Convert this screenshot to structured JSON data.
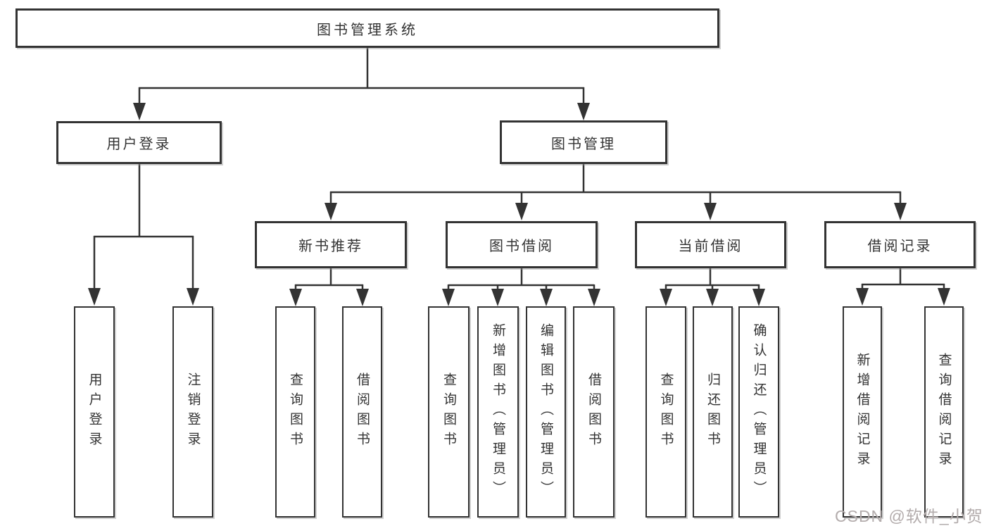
{
  "diagram": {
    "root": {
      "label": "图书管理系统"
    },
    "branches": [
      {
        "label": "用户登录",
        "children": [
          {
            "label": "用户登录"
          },
          {
            "label": "注销登录"
          }
        ]
      },
      {
        "label": "图书管理",
        "children": [
          {
            "label": "新书推荐",
            "children": [
              {
                "label": "查询图书"
              },
              {
                "label": "借阅图书"
              }
            ]
          },
          {
            "label": "图书借阅",
            "children": [
              {
                "label": "查询图书"
              },
              {
                "label": "新增图书（管理员）"
              },
              {
                "label": "编辑图书（管理员）"
              },
              {
                "label": "借阅图书"
              }
            ]
          },
          {
            "label": "当前借阅",
            "children": [
              {
                "label": "查询图书"
              },
              {
                "label": "归还图书"
              },
              {
                "label": "确认归还（管理员）"
              }
            ]
          },
          {
            "label": "借阅记录",
            "children": [
              {
                "label": "新增借阅记录"
              },
              {
                "label": "查询借阅记录"
              }
            ]
          }
        ]
      }
    ]
  },
  "watermark": {
    "text": "CSDN @软件_小贺同学"
  },
  "colors": {
    "line": "#333333",
    "text": "#333333",
    "background": "#ffffff",
    "watermark": "#b3acac"
  }
}
